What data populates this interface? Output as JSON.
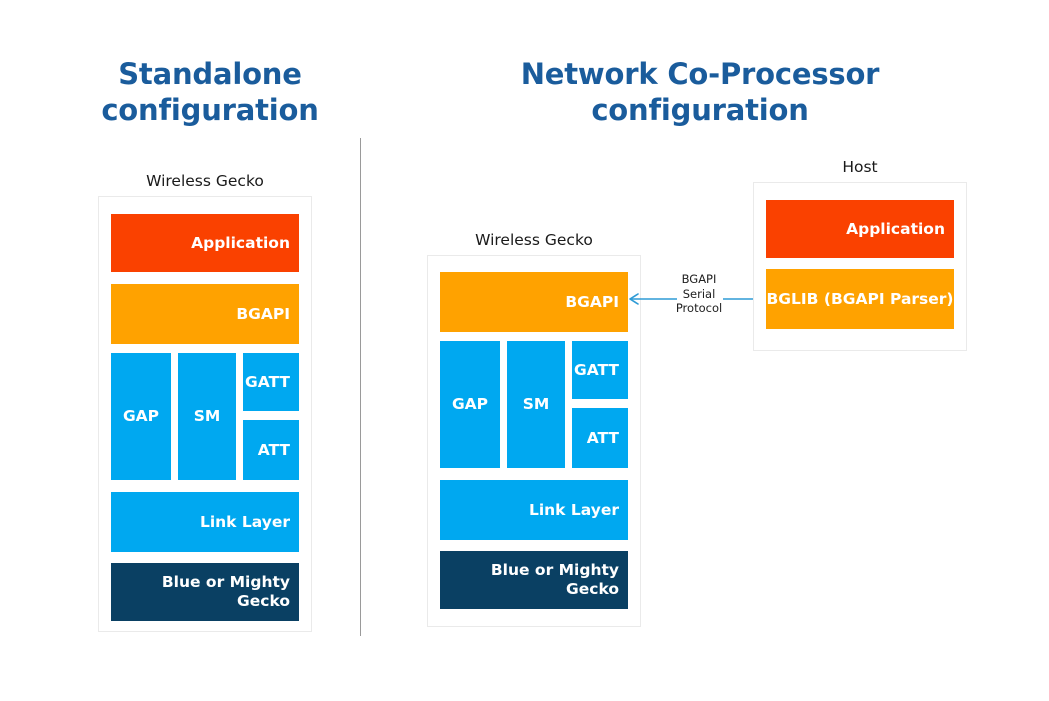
{
  "panels": [
    {
      "title_line1": "Standalone",
      "title_line2": "configuration",
      "devices": [
        {
          "caption": "Wireless Gecko",
          "blocks": [
            {
              "label": "Application",
              "color": "#fa4100"
            },
            {
              "label": "BGAPI",
              "color": "#ffa200"
            },
            {
              "label": "GAP",
              "color": "#00a8f0"
            },
            {
              "label": "SM",
              "color": "#00a8f0"
            },
            {
              "label": "GATT",
              "color": "#00a8f0"
            },
            {
              "label": "ATT",
              "color": "#00a8f0"
            },
            {
              "label": "Link Layer",
              "color": "#00a8f0"
            },
            {
              "label": "Blue or Mighty Gecko",
              "color": "#0a4063"
            }
          ]
        }
      ]
    },
    {
      "title_line1": "Network Co-Processor",
      "title_line2": "configuration",
      "devices": [
        {
          "caption": "Wireless Gecko",
          "blocks": [
            {
              "label": "BGAPI",
              "color": "#ffa200"
            },
            {
              "label": "GAP",
              "color": "#00a8f0"
            },
            {
              "label": "SM",
              "color": "#00a8f0"
            },
            {
              "label": "GATT",
              "color": "#00a8f0"
            },
            {
              "label": "ATT",
              "color": "#00a8f0"
            },
            {
              "label": "Link Layer",
              "color": "#00a8f0"
            },
            {
              "label": "Blue or Mighty Gecko",
              "color": "#0a4063"
            }
          ]
        },
        {
          "caption": "Host",
          "blocks": [
            {
              "label": "Application",
              "color": "#fa4100"
            },
            {
              "label": "BGLIB (BGAPI Parser)",
              "color": "#ffa200"
            }
          ]
        }
      ],
      "connector": {
        "label_line1": "BGAPI",
        "label_line2": "Serial",
        "label_line3": "Protocol",
        "arrow_color": "#2e9bd6",
        "direction": "bidirectional"
      }
    }
  ],
  "text": {
    "left_title_l1": "Standalone",
    "left_title_l2": "configuration",
    "right_title_l1": "Network Co-Processor",
    "right_title_l2": "configuration",
    "caption_wireless_gecko_left": "Wireless Gecko",
    "caption_wireless_gecko_mid": "Wireless Gecko",
    "caption_host": "Host",
    "l_application": "Application",
    "l_bgapi": "BGAPI",
    "l_gap": "GAP",
    "l_sm": "SM",
    "l_gatt": "GATT",
    "l_att": "ATT",
    "l_link_layer": "Link Layer",
    "l_gecko_a": "Blue or Mighty",
    "l_gecko_b": "Gecko",
    "m_bgapi": "BGAPI",
    "m_gap": "GAP",
    "m_sm": "SM",
    "m_gatt": "GATT",
    "m_att": "ATT",
    "m_link_layer": "Link Layer",
    "m_gecko_a": "Blue or Mighty",
    "m_gecko_b": "Gecko",
    "h_application": "Application",
    "h_bglib": "BGLIB (BGAPI Parser)",
    "p_l1": "BGAPI",
    "p_l2": "Serial",
    "p_l3": "Protocol"
  },
  "colors": {
    "title_blue": "#1a5c9c",
    "application_orange": "#fa4100",
    "bgapi_amber": "#ffa200",
    "stack_blue": "#00a8f0",
    "gecko_navy": "#0a4063",
    "arrow_blue": "#2e9bd6",
    "divider_gray": "#9a9a9a",
    "container_border": "#eaeaea"
  }
}
